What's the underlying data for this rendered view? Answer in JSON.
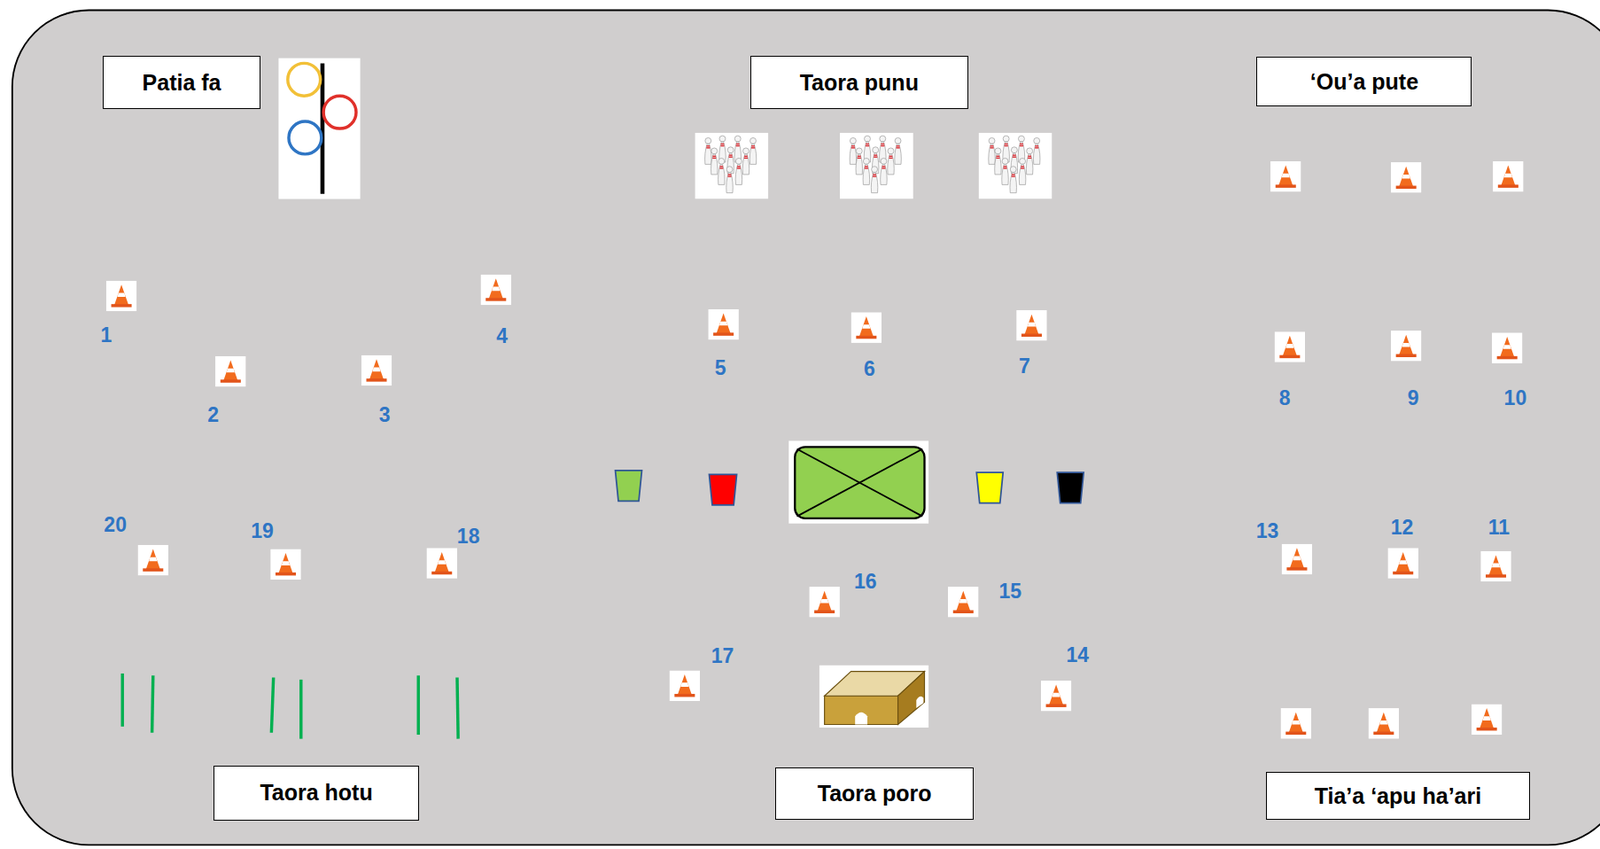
{
  "diagram": {
    "nodes": [
      {
        "text": [
          "Patia fa"
        ]
      },
      {
        "text": [
          "Taora punu"
        ]
      },
      {
        "text": [
          "‘Ou’a pute"
        ]
      },
      {
        "text": [
          "Taora hotu"
        ]
      },
      {
        "text": [
          "Taora poro"
        ]
      },
      {
        "text": [
          "Tia’a ‘apu ha’ari"
        ]
      }
    ],
    "labels": [
      "1",
      "2",
      "3",
      "4",
      "5",
      "6",
      "7",
      "8",
      "9",
      "10",
      "11",
      "12",
      "13",
      "14",
      "15",
      "16",
      "17",
      "18",
      "19",
      "20"
    ]
  }
}
